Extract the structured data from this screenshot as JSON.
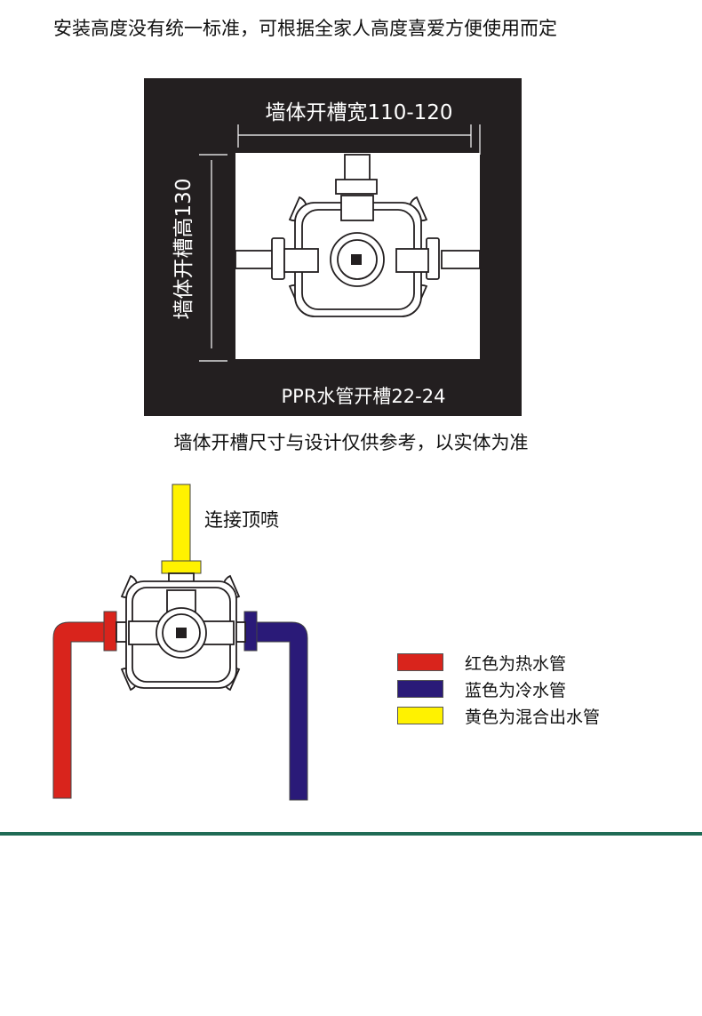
{
  "heading": "安装高度没有统一标准，可根据全家人高度喜爱方便使用而定",
  "slot_diagram": {
    "width_label": "墙体开槽宽110-120",
    "height_label": "墙体开槽高130",
    "pipe_label": "PPR水管开槽22-24"
  },
  "caption": "墙体开槽尺寸与设计仅供参考，以实体为准",
  "connection_diagram": {
    "top_outlet_label": "连接顶喷"
  },
  "legend": [
    {
      "label": "红色为热水管",
      "color": "#d9241c"
    },
    {
      "label": "蓝色为冷水管",
      "color": "#2a1a78"
    },
    {
      "label": "黄色为混合出水管",
      "color": "#fff200"
    }
  ],
  "colors": {
    "panel": "#231f20",
    "hot": "#d9241c",
    "cold": "#2a1a78",
    "mixed": "#fff200",
    "rule": "#1f6b55"
  }
}
